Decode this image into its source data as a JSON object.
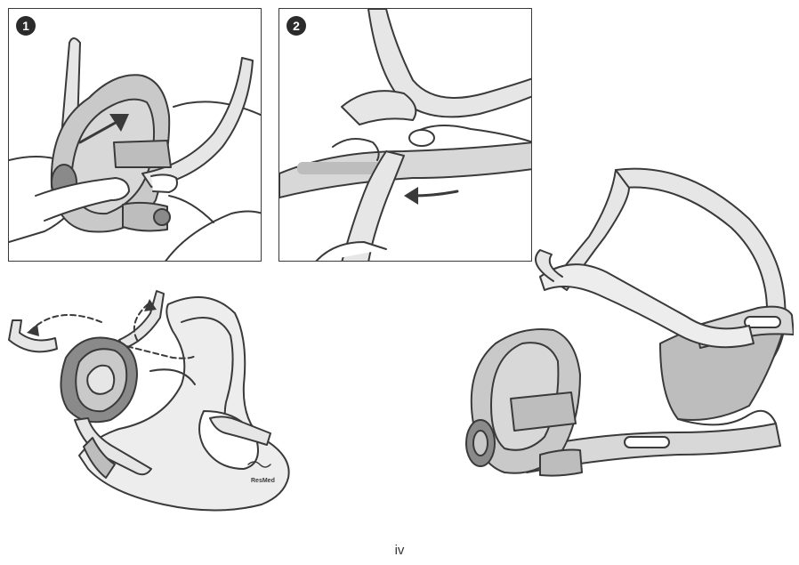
{
  "steps": [
    {
      "number": "1",
      "illustration": "attach-mask-to-frame"
    },
    {
      "number": "2",
      "illustration": "thread-headgear-strap"
    }
  ],
  "frame_diagram": {
    "brand_logo_text": "ResMed"
  },
  "page": {
    "number": "iv"
  },
  "colors": {
    "line": "#3a3a3a",
    "cushion_fill": "#c9c9c9",
    "frame_fill": "#e6e6e6",
    "strap_fill": "#bdbdbd",
    "dark_fill": "#8a8a8a"
  }
}
